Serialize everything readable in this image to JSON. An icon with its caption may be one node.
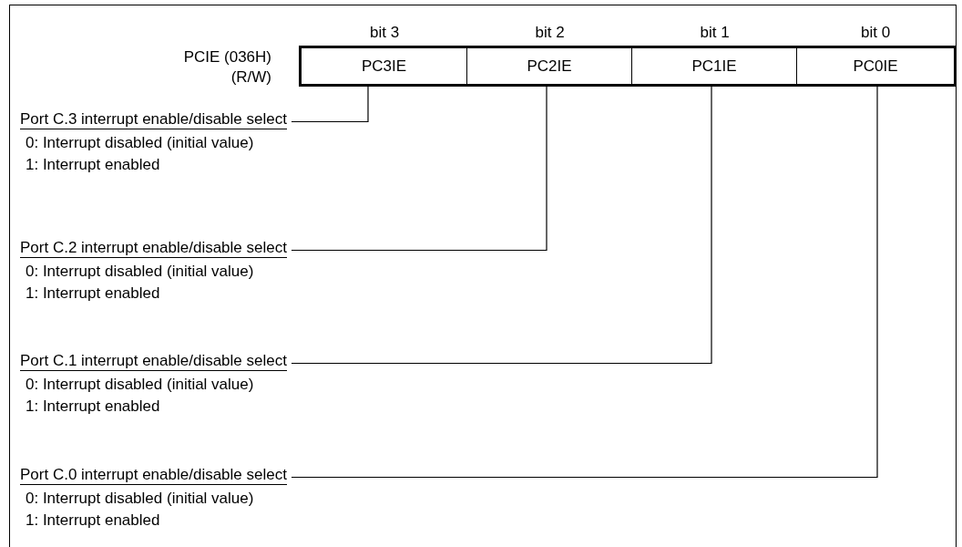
{
  "diagram": {
    "nodes": [
      {
        "text": [
          "PC3IE"
        ],
        "beside": [
          "bit 3"
        ]
      },
      {
        "text": [
          "PC2IE"
        ],
        "beside": [
          "bit 2"
        ]
      },
      {
        "text": [
          "PC1IE"
        ],
        "beside": [
          "bit 1"
        ]
      },
      {
        "text": [
          "PC0IE"
        ],
        "beside": [
          "bit 0"
        ]
      },
      {
        "text": [
          "Port C.3 interrupt enable/disable select"
        ],
        "beside": [
          "0: Interrupt disabled (initial value)",
          "1: Interrupt enabled"
        ]
      },
      {
        "text": [
          "Port C.2 interrupt enable/disable select"
        ],
        "beside": [
          "0: Interrupt disabled (initial value)",
          "1: Interrupt enabled"
        ]
      },
      {
        "text": [
          "Port C.1 interrupt enable/disable select"
        ],
        "beside": [
          "0: Interrupt disabled (initial value)",
          "1: Interrupt enabled"
        ]
      },
      {
        "text": [
          "Port C.0 interrupt enable/disable select"
        ],
        "beside": [
          "0: Interrupt disabled (initial value)",
          "1: Interrupt enabled"
        ]
      }
    ],
    "edges": [
      {
        "from": 4,
        "to": 0,
        "arrow": "none"
      },
      {
        "from": 5,
        "to": 1,
        "arrow": "none"
      },
      {
        "from": 6,
        "to": 2,
        "arrow": "none"
      },
      {
        "from": 7,
        "to": 3,
        "arrow": "none"
      }
    ],
    "labels": [
      "PCIE (036H) (R/W)"
    ]
  }
}
